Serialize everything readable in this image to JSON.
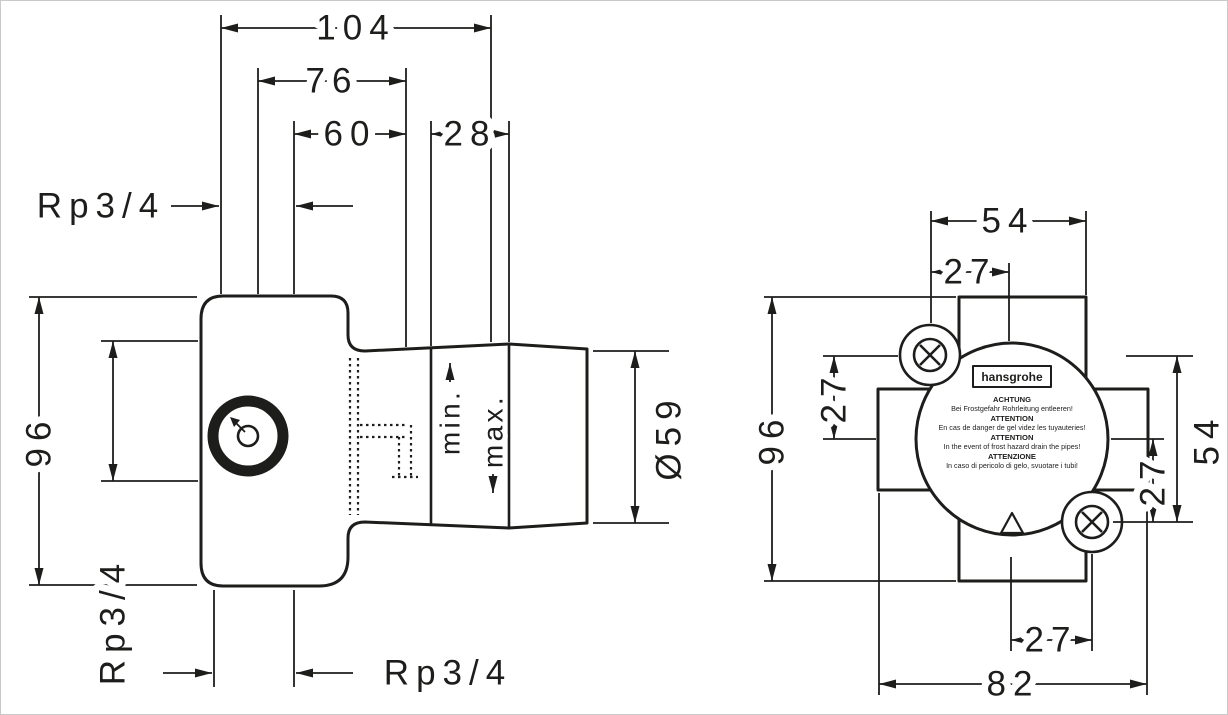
{
  "colors": {
    "line": "#1d1d1b",
    "background": "#ffffff"
  },
  "side": {
    "d104": "104",
    "d76": "76",
    "d60": "60",
    "d28": "28",
    "d96": "96",
    "rp_top": "Rp3/4",
    "rp_left": "Rp3/4",
    "rp_bottom": "Rp3/4",
    "dia": "Ø59",
    "min": "min.",
    "max": "max."
  },
  "front": {
    "d54_top": "54",
    "d27_top": "27",
    "d96": "96",
    "d27_left": "27",
    "d54_right": "54",
    "d27_right": "27",
    "d27_bottom": "27",
    "d82": "82",
    "brand": "hansgrohe",
    "warning_lines": [
      "ACHTUNG",
      "Bei Frostgefahr Rohrleitung entleeren!",
      "ATTENTION",
      "En cas de danger de gel videz les tuyauteries!",
      "ATTENTION",
      "In the event of frost hazard drain the pipes!",
      "ATTENZIONE",
      "In caso di pericolo di gelo, svuotare i tubi!"
    ]
  }
}
